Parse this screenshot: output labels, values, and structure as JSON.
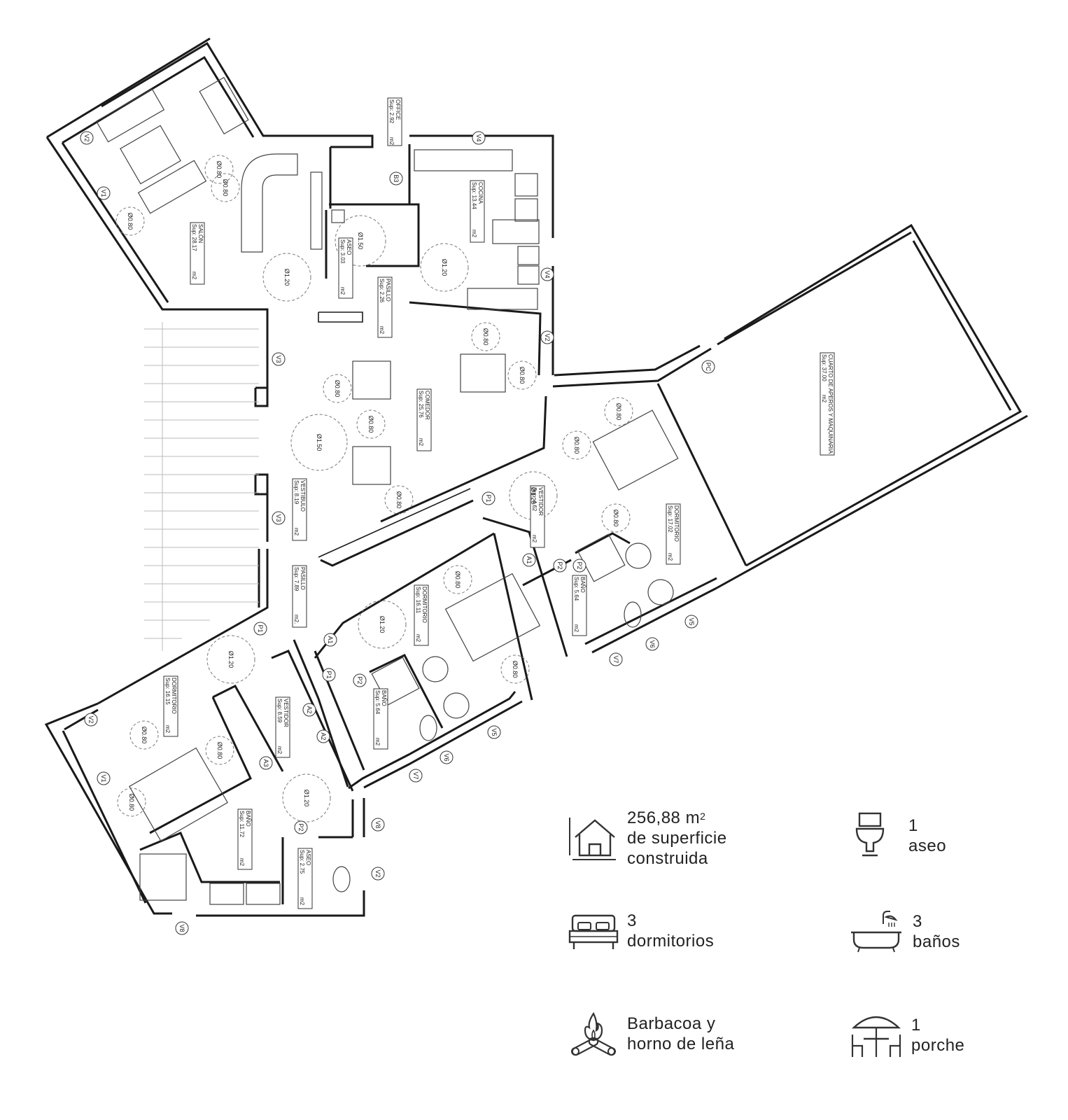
{
  "rooms": [
    {
      "name": "SALÓN",
      "sup": "Sup: 28.17",
      "unit": "m2"
    },
    {
      "name": "OFFICE",
      "sup": "Sup: 2.92",
      "unit": "m2"
    },
    {
      "name": "COCINA",
      "sup": "Sup: 13.44",
      "unit": "m2"
    },
    {
      "name": "ASEO",
      "sup": "Sup: 3.03",
      "unit": "m2"
    },
    {
      "name": "PASILLO",
      "sup": "Sup: 2.26",
      "unit": "m2"
    },
    {
      "name": "COMEDOR",
      "sup": "Sup: 25.76",
      "unit": "m2"
    },
    {
      "name": "VESTIBULO",
      "sup": "Sup: 8.19",
      "unit": "m2"
    },
    {
      "name": "PASILLO",
      "sup": "Sup: 7.89",
      "unit": "m2."
    },
    {
      "name": "CUARTO DE APEROS Y MAQUINARIA",
      "sup": "Sup: 37.00",
      "unit": "m2"
    },
    {
      "name": "VESTIDOR",
      "sup": "Sup: 4.62",
      "unit": "m2"
    },
    {
      "name": "DORMITORIO",
      "sup": "Sup: 17.02",
      "unit": "m2"
    },
    {
      "name": "BAÑO",
      "sup": "Sup: 5.64",
      "unit": "m2"
    },
    {
      "name": "DORMITORIO",
      "sup": "Sup: 16.11",
      "unit": "m2"
    },
    {
      "name": "BAÑO",
      "sup": "Sup: 5.64",
      "unit": "m2"
    },
    {
      "name": "DORMITORIO",
      "sup": "Sup: 16.15",
      "unit": "m2"
    },
    {
      "name": "VESTIDOR",
      "sup": "Sup: 8.59",
      "unit": "m2"
    },
    {
      "name": "BAÑO",
      "sup": "Sup: 11.72",
      "unit": "m2"
    },
    {
      "name": "ASEO",
      "sup": "Sup: 2.75",
      "unit": "m2"
    }
  ],
  "tags": [
    "V2",
    "V1",
    "V4",
    "B3",
    "V4",
    "V2",
    "V3",
    "V3",
    "PC",
    "P1",
    "P2",
    "A1",
    "P1",
    "A1",
    "P2",
    "P1",
    "A2",
    "A2",
    "A3",
    "V2",
    "V1",
    "V8",
    "V2",
    "P2",
    "V5",
    "V6",
    "V7",
    "V5",
    "V6",
    "V7",
    "V8",
    "P2"
  ],
  "circles": [
    "Ø0.80",
    "Ø0.80",
    "Ø0.80",
    "Ø1.20",
    "Ø1.50",
    "Ø1.20",
    "Ø0.80",
    "Ø0.80",
    "Ø0.80",
    "Ø1.50",
    "Ø0.80",
    "Ø0.80",
    "Ø0.80",
    "Ø0.80",
    "Ø1.20",
    "Ø0.80",
    "Ø0.80",
    "Ø1.20",
    "Ø0.80",
    "Ø1.20",
    "Ø0.80",
    "Ø0.80",
    "Ø0.80",
    "Ø1.20"
  ],
  "features": [
    {
      "icon": "house-icon",
      "value": "256,88 m",
      "sup": "2",
      "line2": "de superficie",
      "line3": "construida"
    },
    {
      "icon": "toilet-icon",
      "value": "1",
      "line2": "aseo"
    },
    {
      "icon": "bed-icon",
      "value": "3",
      "line2": "dormitorios"
    },
    {
      "icon": "bathtub-icon",
      "value": "3",
      "line2": "baños"
    },
    {
      "icon": "campfire-icon",
      "value": "Barbacoa y",
      "line2": "horno de leña"
    },
    {
      "icon": "umbrella-table-icon",
      "value": "1",
      "line2": "porche"
    }
  ]
}
